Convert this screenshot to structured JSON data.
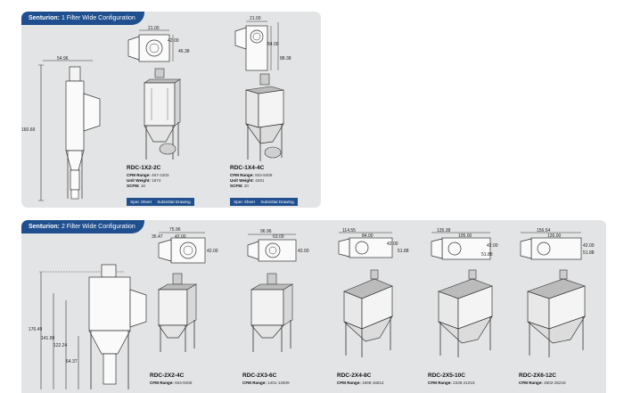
{
  "colors": {
    "accent": "#1f4f8f",
    "panel": "#e3e4e5"
  },
  "section1": {
    "title_bold": "Senturion:",
    "title_rest": " 1 Filter Wide Configuration",
    "side_height": "160.69",
    "side_width": "54.96",
    "models": [
      {
        "name": "RDC-1X2-2C",
        "cfm_label": "CFM Range:",
        "cfm": "467-4203",
        "weight_label": "Unit Weight:",
        "weight": "1874",
        "scfm_label": "SCFM:",
        "scfm": "16",
        "dims": [
          "21.00",
          "42.00",
          "46.38"
        ],
        "spec_btn": "Spec Sheet",
        "drawing_btn": "Submittal Drawing"
      },
      {
        "name": "RDC-1X4-4C",
        "cfm_label": "CFM Range:",
        "cfm": "934-8406",
        "weight_label": "Unit Weight:",
        "weight": "4281",
        "scfm_label": "SCFM:",
        "scfm": "20",
        "dims": [
          "21.00",
          "84.00",
          "88.38"
        ],
        "spec_btn": "Spec Sheet",
        "drawing_btn": "Submittal Drawing"
      }
    ]
  },
  "section2": {
    "title_bold": "Senturion:",
    "title_rest": " 2 Filter Wide Configuration",
    "side_dims": [
      "176.49",
      "141.99",
      "122.24",
      "64.37"
    ],
    "models": [
      {
        "name": "RDC-2X2-4C",
        "cfm_label": "CFM Range:",
        "cfm": "934-8406",
        "dims": [
          "75.96",
          "35.47",
          "42.00",
          "42.00"
        ]
      },
      {
        "name": "RDC-2X3-6C",
        "cfm_label": "CFM Range:",
        "cfm": "1401-12609",
        "dims": [
          "96.96",
          "63.00",
          "42.00"
        ]
      },
      {
        "name": "RDC-2X4-8C",
        "cfm_label": "CFM Range:",
        "cfm": "1868-16812",
        "dims": [
          "114.55",
          "84.00",
          "42.00",
          "51.88"
        ]
      },
      {
        "name": "RDC-2X5-10C",
        "cfm_label": "CFM Range:",
        "cfm": "2335-21015",
        "dims": [
          "135.38",
          "105.00",
          "42.00",
          "51.88"
        ]
      },
      {
        "name": "RDC-2X6-12C",
        "cfm_label": "CFM Range:",
        "cfm": "2802-25218",
        "dims": [
          "156.54",
          "126.00",
          "42.00",
          "51.88"
        ]
      }
    ]
  }
}
